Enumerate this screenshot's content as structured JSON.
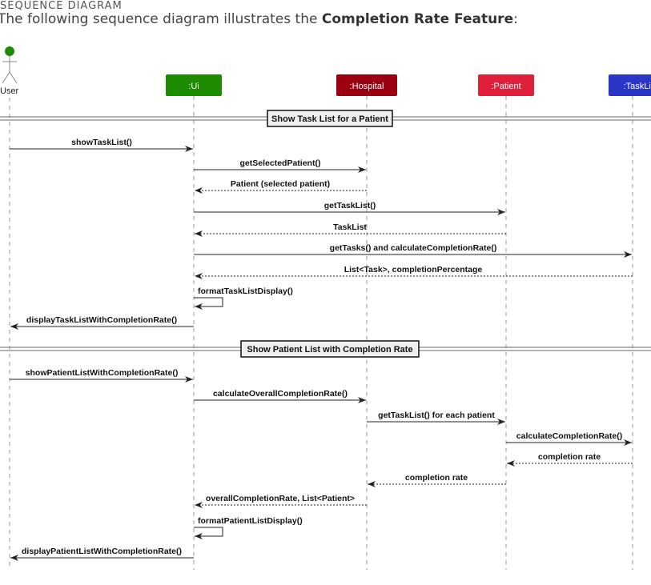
{
  "section_heading": "SEQUENCE DIAGRAM",
  "intro": {
    "prefix": "The following sequence diagram illustrates the ",
    "bold": "Completion Rate Feature",
    "suffix": ":"
  },
  "diagram": {
    "participants": [
      {
        "id": "user",
        "label": "User",
        "type": "actor",
        "color": "#1e8c00"
      },
      {
        "id": "ui",
        "label": ":Ui",
        "type": "box",
        "color": "#1e8c00"
      },
      {
        "id": "hospital",
        "label": ":Hospital",
        "type": "box",
        "color": "#9b0010"
      },
      {
        "id": "patient",
        "label": ":Patient",
        "type": "box",
        "color": "#e0203a"
      },
      {
        "id": "task",
        "label": ":TaskList",
        "type": "box",
        "color": "#2b35c8"
      }
    ],
    "dividers": [
      {
        "label": "Show Task List for a Patient"
      },
      {
        "label": "Show Patient List with Completion Rate"
      }
    ],
    "messages": [
      {
        "from": "user",
        "to": "ui",
        "label": "showTaskList()",
        "dashed": false
      },
      {
        "from": "ui",
        "to": "hospital",
        "label": "getSelectedPatient()",
        "dashed": false
      },
      {
        "from": "hospital",
        "to": "ui",
        "label": "Patient (selected patient)",
        "dashed": true
      },
      {
        "from": "ui",
        "to": "patient",
        "label": "getTaskList()",
        "dashed": false
      },
      {
        "from": "patient",
        "to": "ui",
        "label": "TaskList",
        "dashed": true
      },
      {
        "from": "ui",
        "to": "task",
        "label": "getTasks() and calculateCompletionRate()",
        "dashed": false
      },
      {
        "from": "task",
        "to": "ui",
        "label": "List<Task>, completionPercentage",
        "dashed": true
      },
      {
        "from": "ui",
        "to": "ui",
        "label": "formatTaskListDisplay()",
        "dashed": false
      },
      {
        "from": "ui",
        "to": "user",
        "label": "displayTaskListWithCompletionRate()",
        "dashed": false
      },
      {
        "from": "user",
        "to": "ui",
        "label": "showPatientListWithCompletionRate()",
        "dashed": false
      },
      {
        "from": "ui",
        "to": "hospital",
        "label": "calculateOverallCompletionRate()",
        "dashed": false
      },
      {
        "from": "hospital",
        "to": "patient",
        "label": "getTaskList() for each patient",
        "dashed": false
      },
      {
        "from": "patient",
        "to": "task",
        "label": "calculateCompletionRate()",
        "dashed": false
      },
      {
        "from": "task",
        "to": "patient",
        "label": "completion rate",
        "dashed": true
      },
      {
        "from": "patient",
        "to": "hospital",
        "label": "completion rate",
        "dashed": true
      },
      {
        "from": "hospital",
        "to": "ui",
        "label": "overallCompletionRate, List<Patient>",
        "dashed": true
      },
      {
        "from": "ui",
        "to": "ui",
        "label": "formatPatientListDisplay()",
        "dashed": false
      },
      {
        "from": "ui",
        "to": "user",
        "label": "displayPatientListWithCompletionRate()",
        "dashed": false
      }
    ]
  }
}
